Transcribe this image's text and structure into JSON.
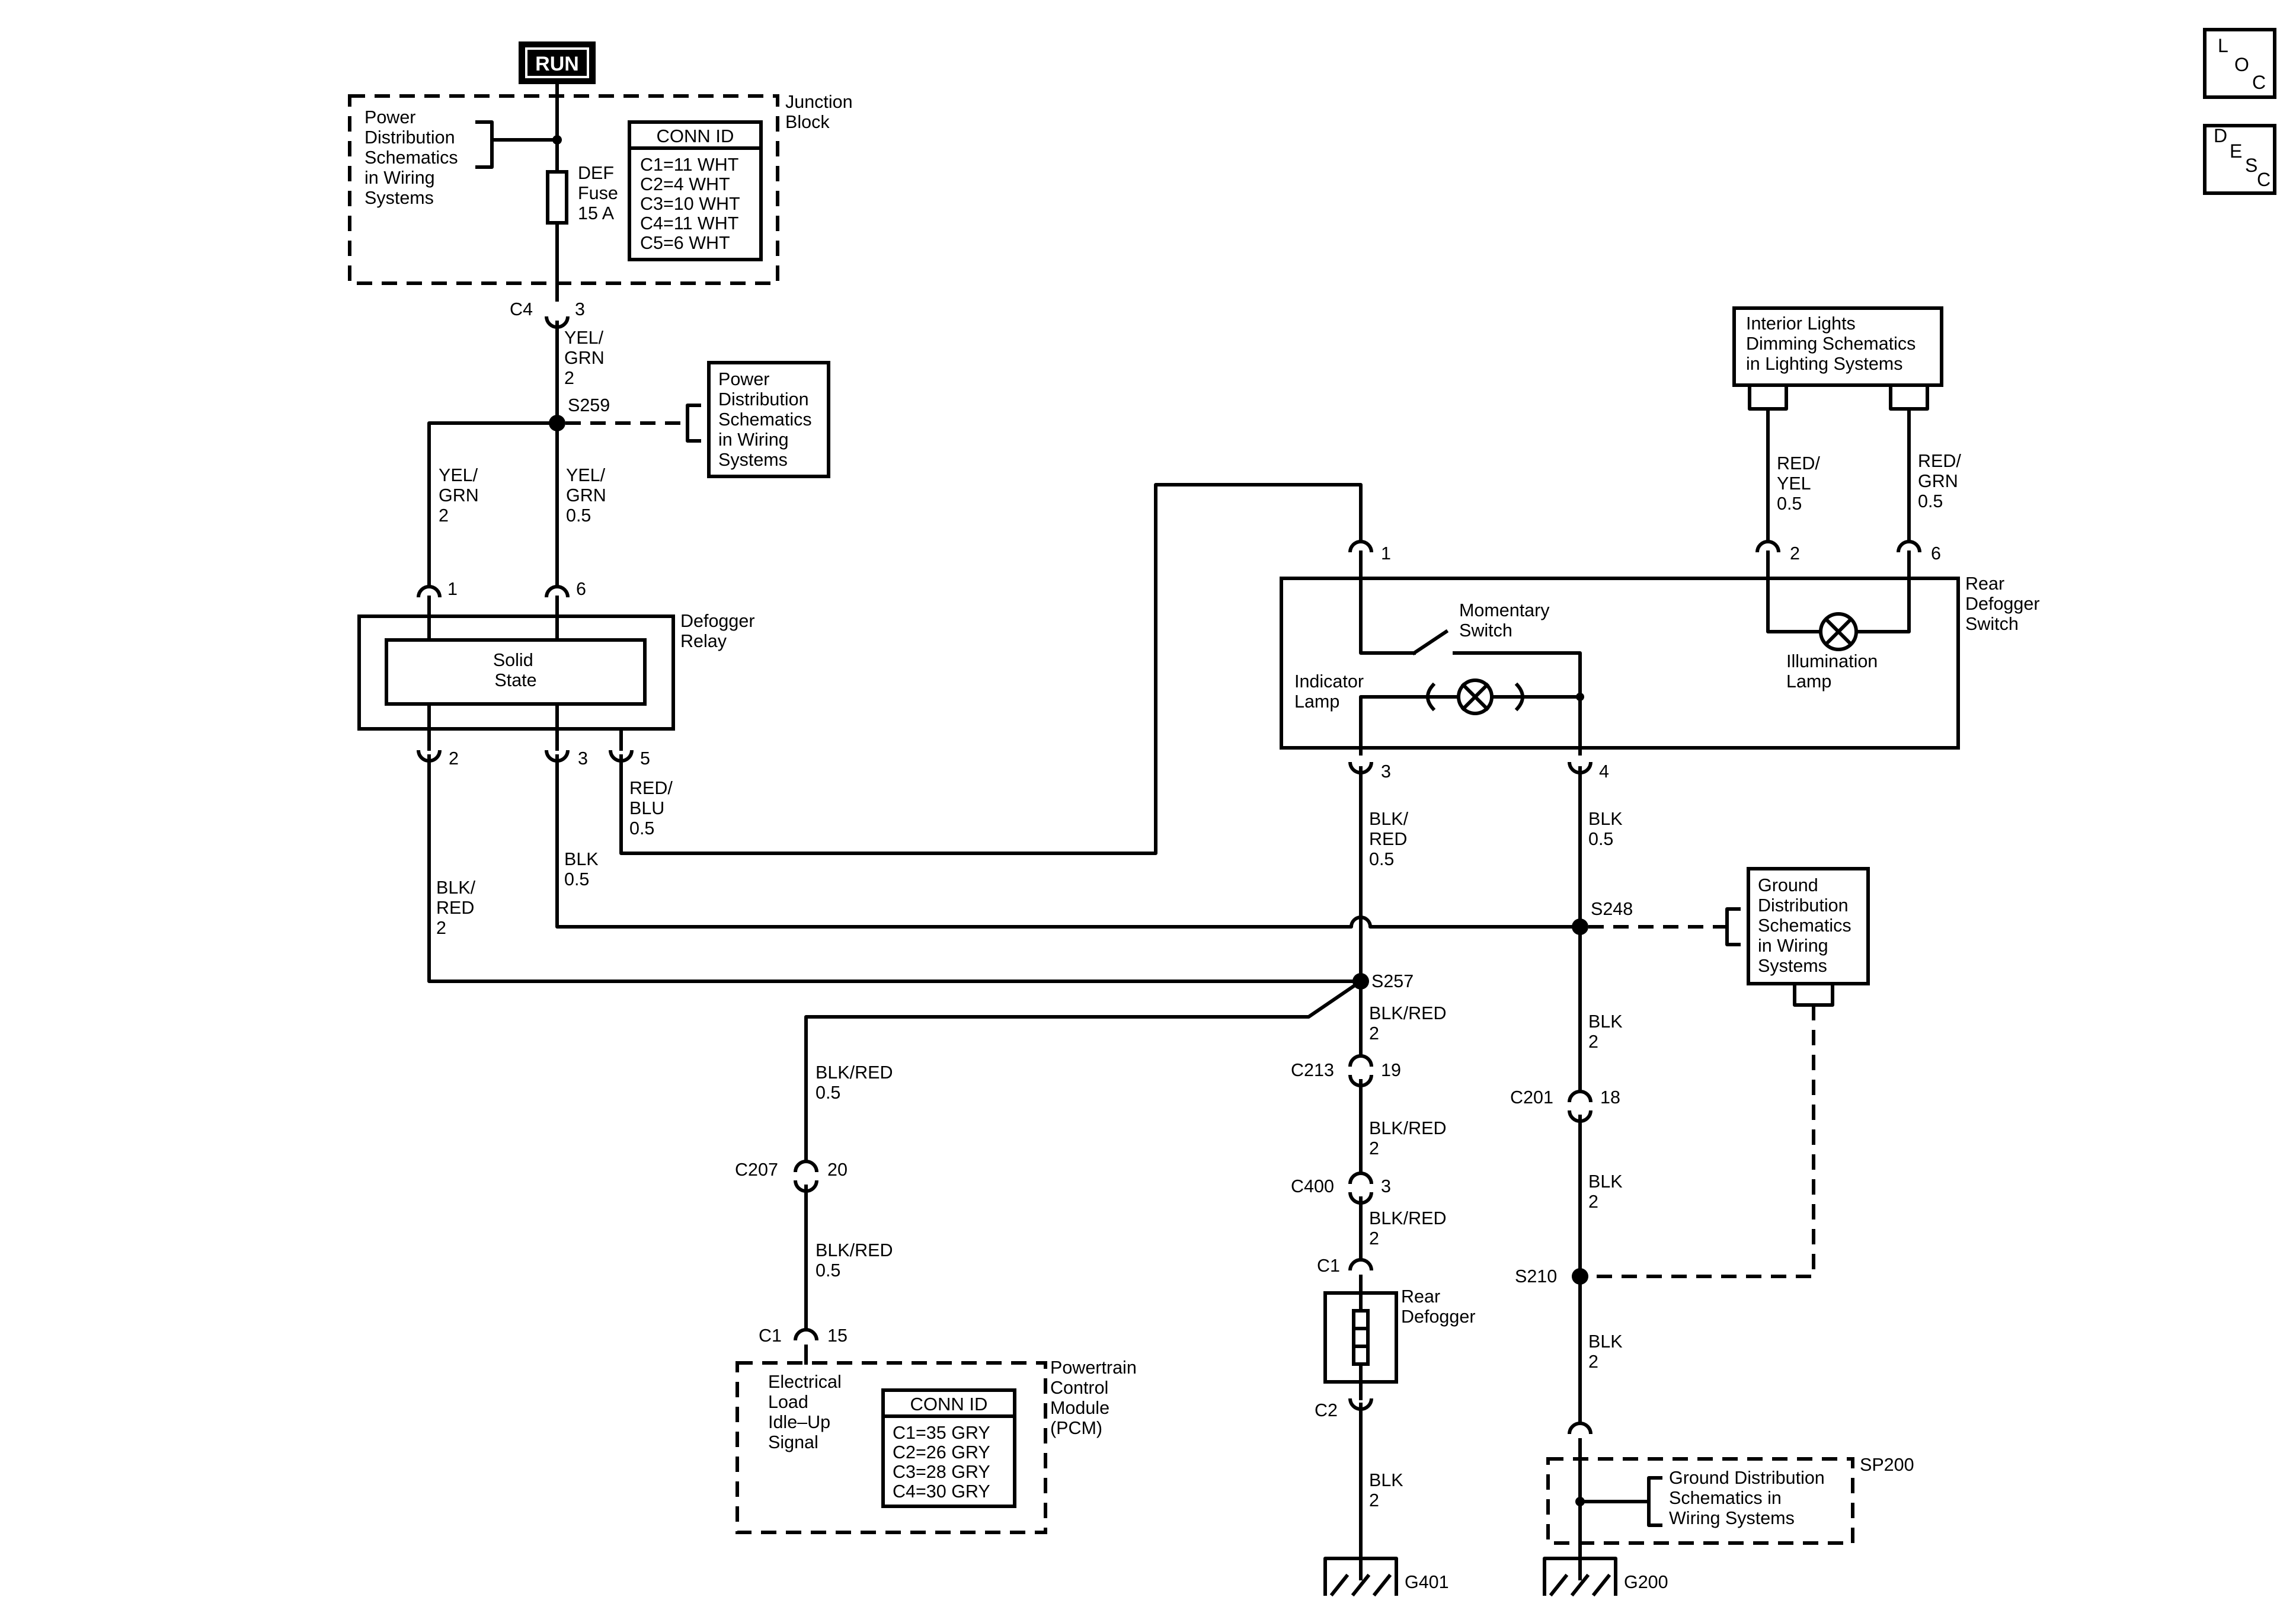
{
  "top": {
    "run": "RUN",
    "jb_label": [
      "Junction",
      "Block"
    ],
    "jb_pd_label": [
      "Power",
      "Distribution",
      "Schematics",
      "in Wiring",
      "Systems"
    ],
    "fuse_label": [
      "DEF",
      "Fuse",
      "15 A"
    ],
    "jb_conn": {
      "title": "CONN ID",
      "rows": [
        "C1=11 WHT",
        "C2=4 WHT",
        "C3=10 WHT",
        "C4=11 WHT",
        "C5=6 WHT"
      ]
    }
  },
  "loc_desc": {
    "loc": [
      "L",
      "O",
      "C"
    ],
    "desc": [
      "D",
      "E",
      "S",
      "C"
    ]
  },
  "upper": {
    "c4": "C4",
    "c4_pin": "3",
    "wire_yelgrn2": [
      "YEL/",
      "GRN",
      "2"
    ],
    "s259": "S259",
    "pd_box2": [
      "Power",
      "Distribution",
      "Schematics",
      "in Wiring",
      "Systems"
    ],
    "wire_left": [
      "YEL/",
      "GRN",
      "2"
    ],
    "wire_mid": [
      "YEL/",
      "GRN",
      "0.5"
    ]
  },
  "relay": {
    "pin_top_left": "1",
    "pin_top_right": "6",
    "label": [
      "Defogger",
      "Relay"
    ],
    "inner": [
      "Solid",
      "State"
    ],
    "pin_b1": "2",
    "pin_b2": "3",
    "pin_b3": "5",
    "wire_redblu": [
      "RED/",
      "BLU",
      "0.5"
    ],
    "wire_blk05": [
      "BLK",
      "0.5"
    ],
    "wire_blkred2": [
      "BLK/",
      "RED",
      "2"
    ]
  },
  "switch": {
    "pin1": "1",
    "pin2": "2",
    "pin6": "6",
    "pin3": "3",
    "pin4": "4",
    "label": [
      "Rear",
      "Defogger",
      "Switch"
    ],
    "momentary": [
      "Momentary",
      "Switch"
    ],
    "indicator": [
      "Indicator",
      "Lamp"
    ],
    "illum": [
      "Illumination",
      "Lamp"
    ],
    "wire_redyel": [
      "RED/",
      "YEL",
      "0.5"
    ],
    "wire_redgrn": [
      "RED/",
      "GRN",
      "0.5"
    ],
    "wire_blkred05": [
      "BLK/",
      "RED",
      "0.5"
    ],
    "wire_blk05": [
      "BLK",
      "0.5"
    ]
  },
  "dimming": [
    "Interior Lights",
    "Dimming Schematics",
    "in Lighting Systems"
  ],
  "ground": {
    "s248": "S248",
    "gd_box": [
      "Ground",
      "Distribution",
      "Schematics",
      "in Wiring",
      "Systems"
    ],
    "s257": "S257",
    "wire_s257_down": [
      "BLK/RED",
      "2"
    ],
    "c213": "C213",
    "c213_pin": "19",
    "wire_c213_down": [
      "BLK/RED",
      "2"
    ],
    "c400": "C400",
    "c400_pin": "3",
    "wire_c400_down": [
      "BLK/RED",
      "2"
    ],
    "c1": "C1",
    "rear_def": [
      "Rear",
      "Defogger"
    ],
    "c2": "C2",
    "wire_blk2": [
      "BLK",
      "2"
    ],
    "g401": "G401",
    "wire_s248_down": [
      "BLK",
      "2"
    ],
    "c201": "C201",
    "c201_pin": "18",
    "wire_c201_down": [
      "BLK",
      "2"
    ],
    "s210": "S210",
    "wire_s210_down": [
      "BLK",
      "2"
    ],
    "sp200": "SP200",
    "gd_box2": [
      "Ground Distribution",
      "Schematics in",
      "Wiring Systems"
    ],
    "g200": "G200"
  },
  "pcm": {
    "wire_a": [
      "BLK/RED",
      "0.5"
    ],
    "c207": "C207",
    "c207_pin": "20",
    "wire_b": [
      "BLK/RED",
      "0.5"
    ],
    "c1": "C1",
    "c1_pin": "15",
    "signal": [
      "Electrical",
      "Load",
      "Idle–Up",
      "Signal"
    ],
    "label": [
      "Powertrain",
      "Control",
      "Module",
      "(PCM)"
    ],
    "conn": {
      "title": "CONN ID",
      "rows": [
        "C1=35 GRY",
        "C2=26 GRY",
        "C3=28 GRY",
        "C4=30 GRY"
      ]
    }
  }
}
